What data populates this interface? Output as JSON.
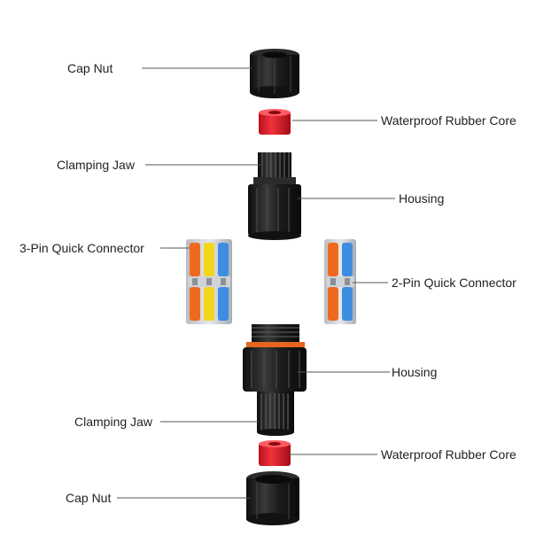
{
  "labels": {
    "cap_nut_top": "Cap Nut",
    "rubber_core_top": "Waterproof Rubber Core",
    "clamping_jaw_top": "Clamping Jaw",
    "housing_top": "Housing",
    "three_pin": "3-Pin Quick Connector",
    "two_pin": "2-Pin Quick Connector",
    "housing_bottom": "Housing",
    "clamping_jaw_bottom": "Clamping Jaw",
    "rubber_core_bottom": "Waterproof Rubber Core",
    "cap_nut_bottom": "Cap Nut"
  },
  "colors": {
    "body_black": "#1d1d1d",
    "rubber_red": "#e3202c",
    "seal_orange": "#e8651e",
    "wire_orange": "#ef6a1f",
    "wire_yellow": "#f3d51a",
    "wire_blue": "#3d8ee0",
    "leader_line": "#555555"
  }
}
